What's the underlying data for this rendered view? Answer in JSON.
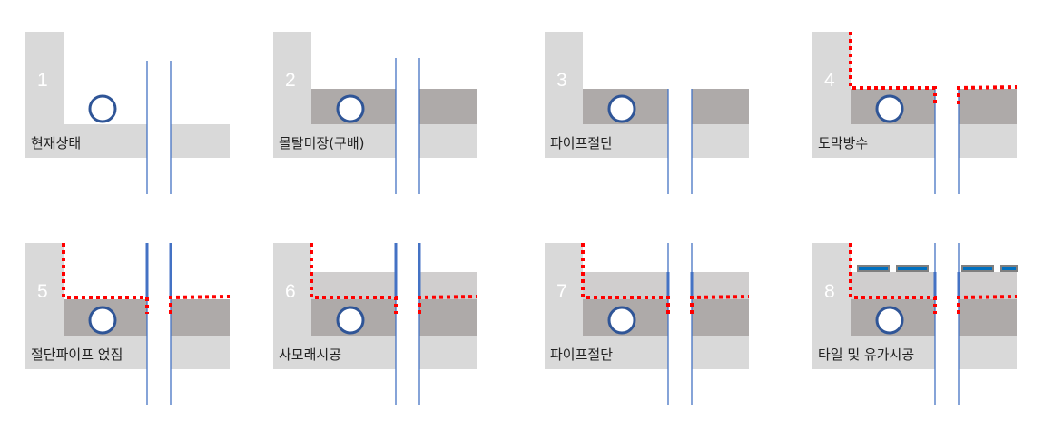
{
  "title": "Pipe waterproofing construction steps",
  "steps": [
    {
      "number": "1",
      "label": "현재상태"
    },
    {
      "number": "2",
      "label": "몰탈미장(구배)"
    },
    {
      "number": "3",
      "label": "파이프절단"
    },
    {
      "number": "4",
      "label": "도막방수"
    },
    {
      "number": "5",
      "label": "절단파이프 얹짐"
    },
    {
      "number": "6",
      "label": "사모래시공"
    },
    {
      "number": "7",
      "label": "파이프절단"
    },
    {
      "number": "8",
      "label": "타일 및 유가시공"
    }
  ],
  "colors": {
    "concrete": "#d9d9d9",
    "mortar": "#aeaaa9",
    "sand": "#d0cece",
    "pipe": "#4472c4",
    "drain_ring": "#2f5597",
    "waterproofing": "#ff0000",
    "tile": "#0070c0",
    "tile_border": "#7f7f7f"
  }
}
